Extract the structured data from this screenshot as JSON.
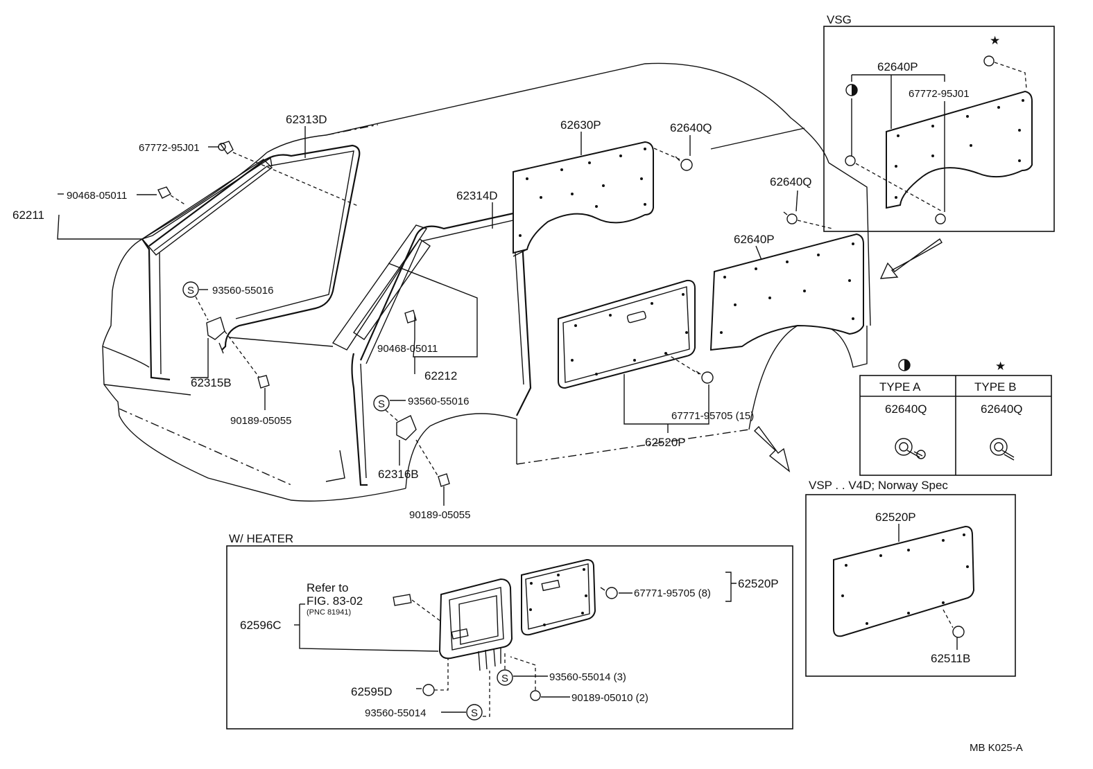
{
  "parts": {
    "p62313D": "62313D",
    "p67772_95J01": "67772-95J01",
    "p90468_05011_a": "90468-05011",
    "p62211": "62211",
    "p93560_55016_a": "93560-55016",
    "p62315B": "62315B",
    "p90189_05055_a": "90189-05055",
    "p62630P": "62630P",
    "p62640Q_a": "62640Q",
    "p62314D": "62314D",
    "p90468_05011_b": "90468-05011",
    "p62212": "62212",
    "p93560_55016_b": "93560-55016",
    "p62316B": "62316B",
    "p90189_05055_b": "90189-05055",
    "p62640Q_b": "62640Q",
    "p62640P": "62640P",
    "p67771_95705_15": "67771-95705 (15)",
    "p62520P": "62520P"
  },
  "vsg": {
    "title": "VSG",
    "p62640P": "62640P",
    "p67772_95J01": "67772-95J01"
  },
  "types": {
    "type_a": "TYPE  A",
    "type_b": "TYPE  B",
    "part_a": "62640Q",
    "part_b": "62640Q"
  },
  "vsp": {
    "title": "VSP . . V4D; Norway Spec",
    "p62520P": "62520P",
    "p62511B": "62511B"
  },
  "heater": {
    "title": "W/ HEATER",
    "refer_to": "Refer to",
    "fig": "FIG. 83-02",
    "pnc": "(PNC 81941)",
    "p62596C": "62596C",
    "p67771_95705_8": "67771-95705 (8)",
    "p62520P": "62520P",
    "p93560_55014_3": "93560-55014 (3)",
    "p62595D": "62595D",
    "p90189_05010_2": "90189-05010 (2)",
    "p93560_55014": "93560-55014",
    "s_mark": "S"
  },
  "footer": {
    "code": "MB  K025-A"
  },
  "symbols": {
    "half_circle": "half-circle-icon",
    "star": "star-icon",
    "star_char": "★"
  }
}
